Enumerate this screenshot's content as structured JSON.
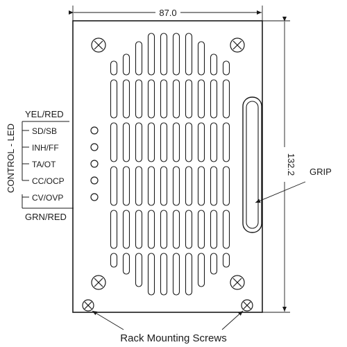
{
  "drawing": {
    "width_dimension": "87.0",
    "height_dimension": "132.2",
    "control_led_group_label": "CONTROL - LED",
    "top_led_color_label": "YEL/RED",
    "bottom_led_color_label": "GRN/RED",
    "led_labels": [
      "SD/SB",
      "INH/FF",
      "TA/OT",
      "CC/OCP",
      "CV/OVP"
    ],
    "grip_callout": "GRIP",
    "screws_callout": "Rack Mounting Screws"
  }
}
